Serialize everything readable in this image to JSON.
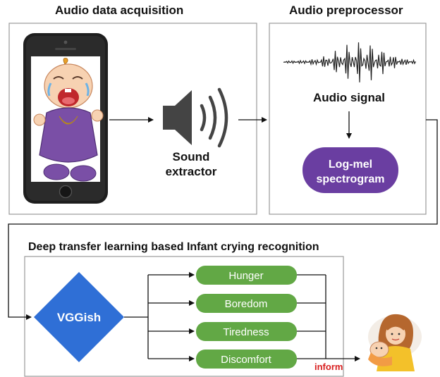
{
  "acquisition": {
    "title": "Audio data acquisition",
    "sound_label_line1": "Sound",
    "sound_label_line2": "extractor"
  },
  "preprocessor": {
    "title": "Audio preprocessor",
    "signal_label": "Audio signal",
    "spectrogram_line1": "Log-mel",
    "spectrogram_line2": "spectrogram"
  },
  "recognition": {
    "title": "Deep transfer learning based Infant crying  recognition",
    "model_label": "VGGish",
    "classes": [
      "Hunger",
      "Boredom",
      "Tiredness",
      "Discomfort"
    ],
    "inform_label": "inform"
  },
  "colors": {
    "spectrogram_fill": "#6a3ea1",
    "model_fill": "#2f6fd6",
    "class_fill": "#62a845",
    "inform_text": "#d81e1e"
  }
}
